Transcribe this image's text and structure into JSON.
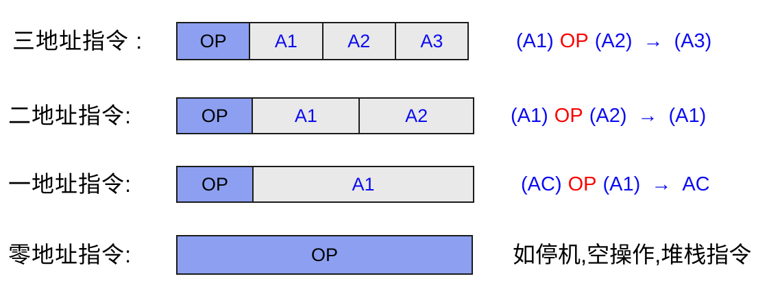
{
  "colors": {
    "op_fill": "#8C9FF0",
    "addr_fill": "#E9E9E9",
    "border": "#1A1A1A",
    "blue": "#0B0BF0",
    "red": "#FA0000"
  },
  "rows": [
    {
      "label": "三地址指令 :",
      "cells": [
        {
          "text": "OP",
          "type": "op"
        },
        {
          "text": "A1",
          "type": "addr"
        },
        {
          "text": "A2",
          "type": "addr"
        },
        {
          "text": "A3",
          "type": "addr"
        }
      ],
      "formula": {
        "left": "(A1)",
        "op": "OP",
        "right": "(A2)",
        "arrow": "→",
        "result": "(A3)"
      }
    },
    {
      "label": "二地址指令:",
      "cells": [
        {
          "text": "OP",
          "type": "op"
        },
        {
          "text": "A1",
          "type": "addr"
        },
        {
          "text": "A2",
          "type": "addr"
        }
      ],
      "formula": {
        "left": "(A1)",
        "op": "OP",
        "right": "(A2)",
        "arrow": "→",
        "result": "(A1)"
      }
    },
    {
      "label": "一地址指令:",
      "cells": [
        {
          "text": "OP",
          "type": "op"
        },
        {
          "text": "A1",
          "type": "addr"
        }
      ],
      "formula": {
        "left": "(AC)",
        "op": "OP",
        "right": "(A1)",
        "arrow": "→",
        "result": "AC"
      }
    },
    {
      "label": "零地址指令:",
      "cells": [
        {
          "text": "OP",
          "type": "op"
        }
      ],
      "note": "如停机,空操作,堆栈指令"
    }
  ]
}
